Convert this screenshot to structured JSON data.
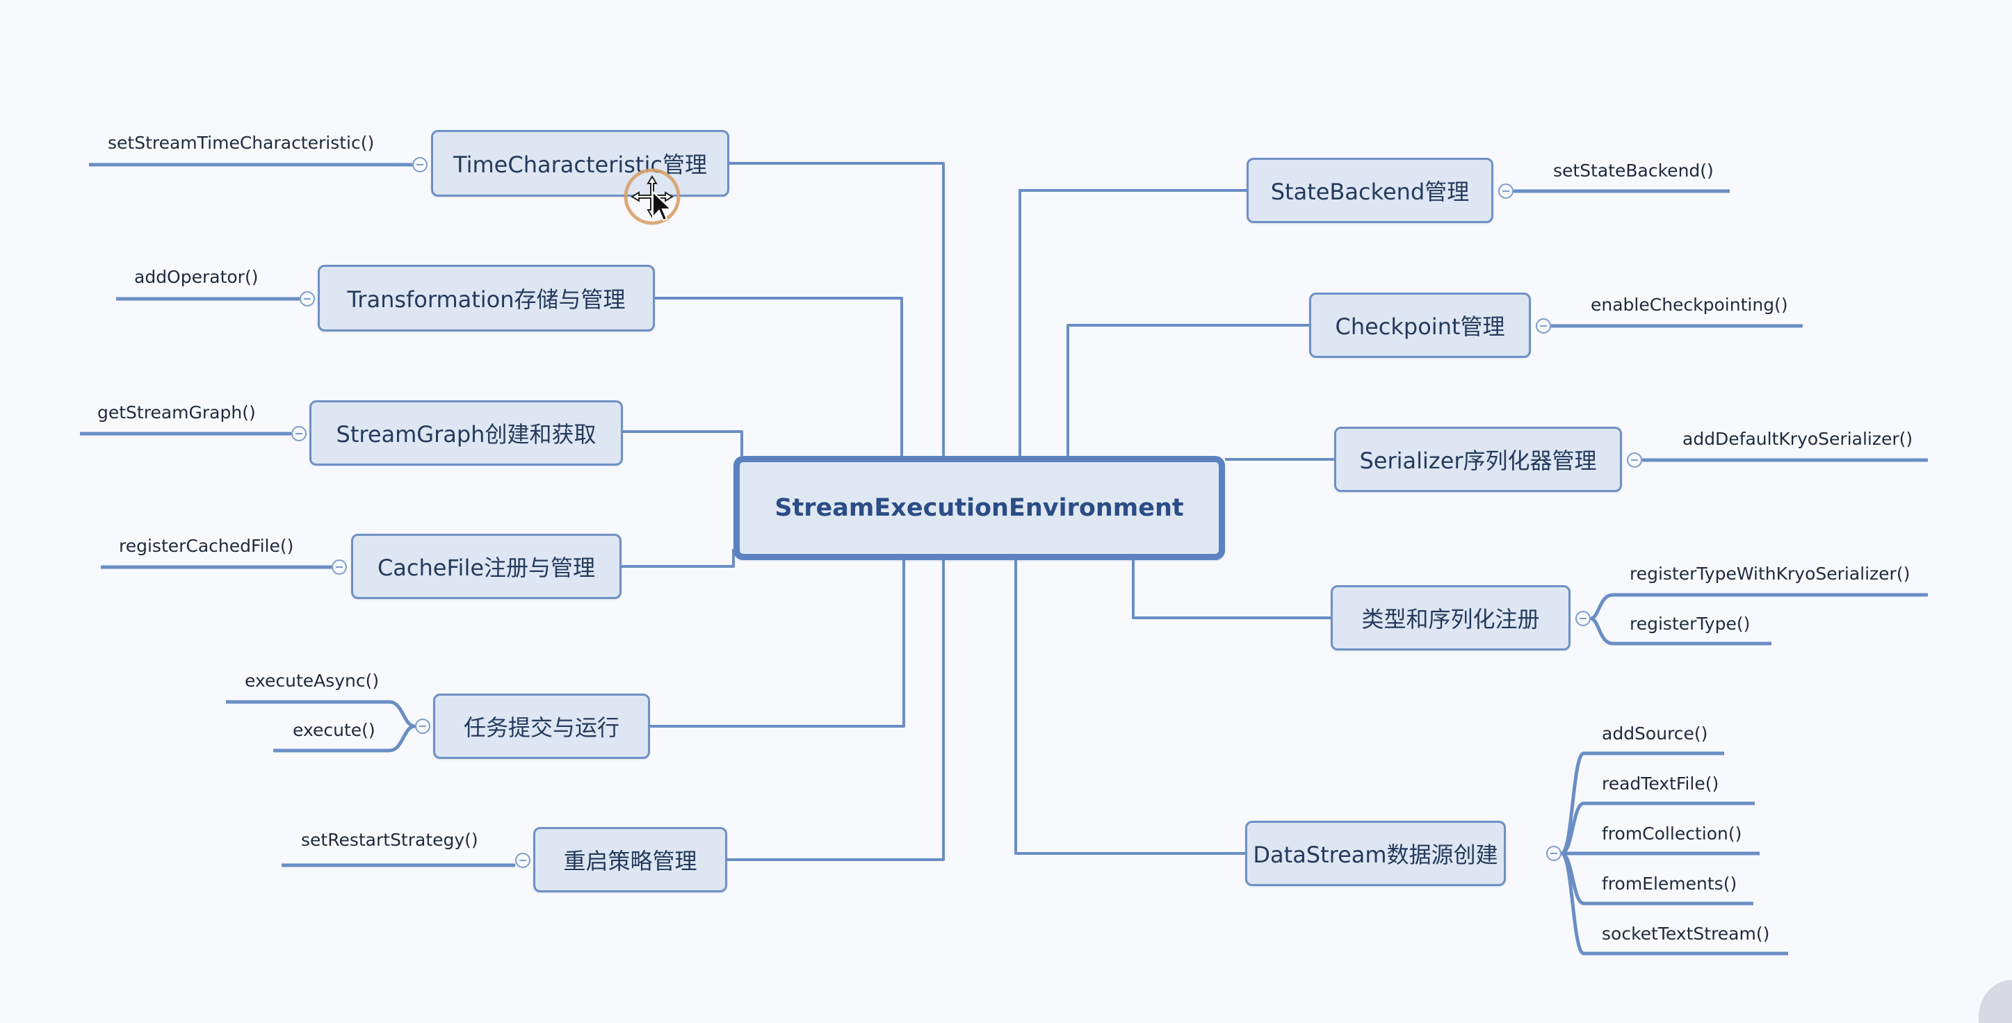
{
  "root": {
    "label": "StreamExecutionEnvironment"
  },
  "left_branches": [
    {
      "label": "TimeCharacteristic管理",
      "leaves": [
        "setStreamTimeCharacteristic()"
      ]
    },
    {
      "label": "Transformation存储与管理",
      "leaves": [
        "addOperator()"
      ]
    },
    {
      "label": "StreamGraph创建和获取",
      "leaves": [
        "getStreamGraph()"
      ]
    },
    {
      "label": "CacheFile注册与管理",
      "leaves": [
        "registerCachedFile()"
      ]
    },
    {
      "label": "任务提交与运行",
      "leaves": [
        "executeAsync()",
        "execute()"
      ]
    },
    {
      "label": "重启策略管理",
      "leaves": [
        "setRestartStrategy()"
      ]
    }
  ],
  "right_branches": [
    {
      "label": "StateBackend管理",
      "leaves": [
        "setStateBackend()"
      ]
    },
    {
      "label": "Checkpoint管理",
      "leaves": [
        "enableCheckpointing()"
      ]
    },
    {
      "label": "Serializer序列化器管理",
      "leaves": [
        "addDefaultKryoSerializer()"
      ]
    },
    {
      "label": "类型和序列化注册",
      "leaves": [
        "registerTypeWithKryoSerializer()",
        "registerType()"
      ]
    },
    {
      "label": "DataStream数据源创建",
      "leaves": [
        "addSource()",
        "readTextFile()",
        "fromCollection()",
        "fromElements()",
        "socketTextStream()"
      ]
    }
  ],
  "colors": {
    "line": "#6a8dc4",
    "node_fill": "#dde6f2",
    "node_border": "#6e90c4",
    "root_border": "#5b82c0",
    "root_text": "#2b4d86"
  },
  "icons": {
    "collapse": "minus-circle-icon",
    "pointer": "move-cursor-icon"
  }
}
